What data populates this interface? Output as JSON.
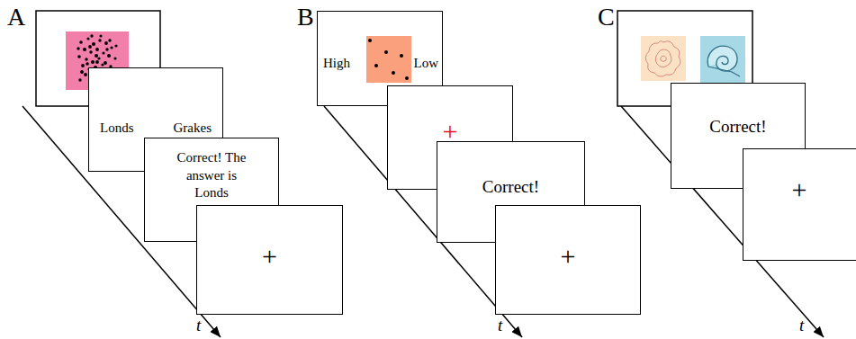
{
  "diagram": {
    "nodes": [
      {
        "text": [
          "Londs",
          "Grakes"
        ]
      },
      {
        "text": [
          "Correct! The answer is Londs"
        ]
      },
      {
        "text": [
          "+"
        ]
      },
      {
        "text": [
          "High",
          "Low"
        ]
      },
      {
        "text": [
          "+"
        ]
      },
      {
        "text": [
          "Correct!"
        ]
      },
      {
        "text": [
          "+"
        ]
      },
      {
        "text": [
          "Correct!"
        ]
      },
      {
        "text": [
          "+"
        ]
      }
    ],
    "labels": [
      "A",
      "t",
      "B",
      "t",
      "C",
      "t"
    ]
  }
}
